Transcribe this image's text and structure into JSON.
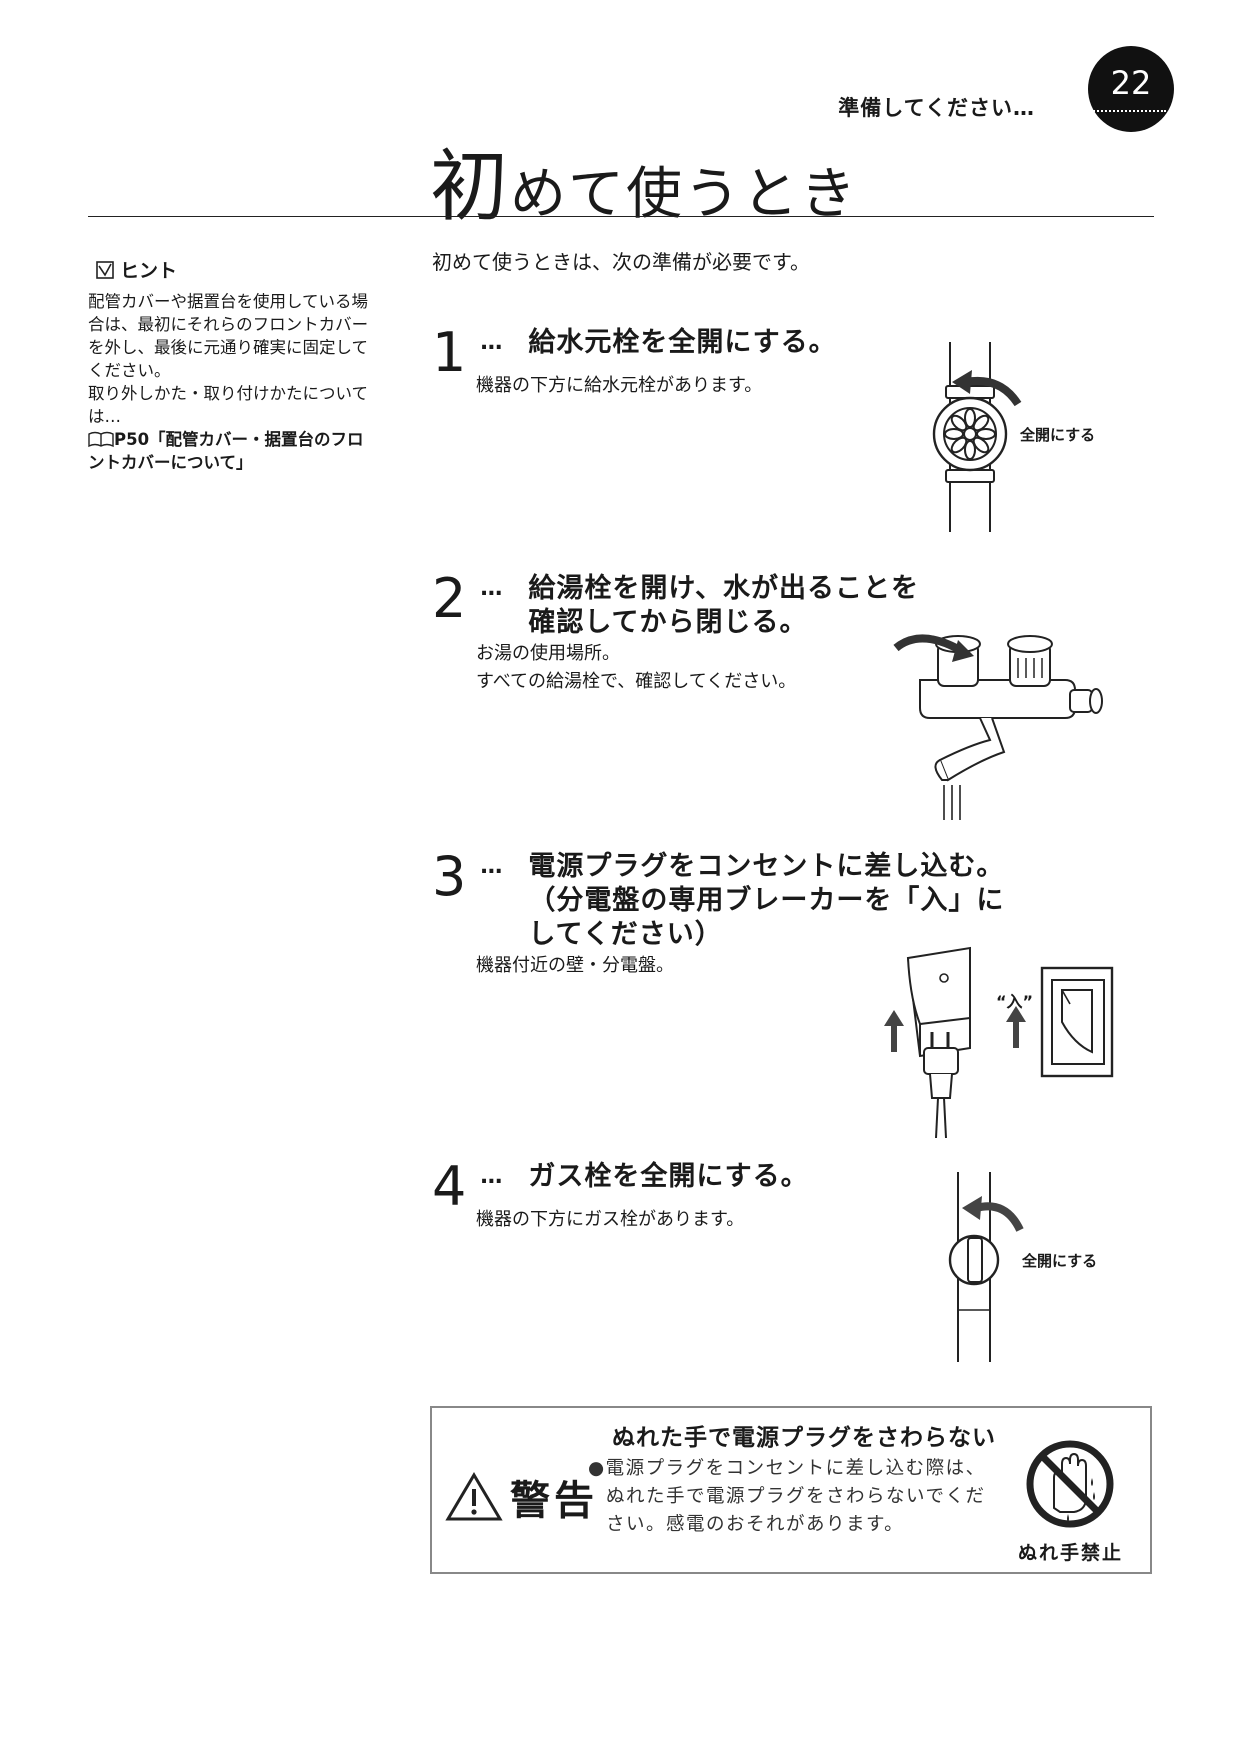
{
  "header": {
    "section_label": "準備してください",
    "dots": "…",
    "page_number": "22",
    "title_first_char": "初",
    "title_rest": "めて使うとき"
  },
  "hint": {
    "heading": "ヒント",
    "lines": [
      "配管カバーや据置台を使用している場合は、最初にそれらのフロントカバーを外し、最後に元通り確実に固定してください。",
      "取り外しかた・取り付けかたについては…"
    ],
    "reference": "P50「配管カバー・据置台のフロントカバーについて」"
  },
  "intro": "初めて使うときは、次の準備が必要です。",
  "steps": [
    {
      "number": "1",
      "dots": "…",
      "title_lines": [
        "給水元栓を全開にする。"
      ],
      "desc_lines": [
        "機器の下方に給水元栓があります。"
      ],
      "figure_label": "全開にする"
    },
    {
      "number": "2",
      "dots": "…",
      "title_lines": [
        "給湯栓を開け、水が出ることを",
        "確認してから閉じる。"
      ],
      "desc_lines": [
        "お湯の使用場所。",
        "すべての給湯栓で、確認してください。"
      ]
    },
    {
      "number": "3",
      "dots": "…",
      "title_lines": [
        "電源プラグをコンセントに差し込む。",
        "（分電盤の専用ブレーカーを「入」に",
        "してください）"
      ],
      "desc_lines": [
        "機器付近の壁・分電盤。"
      ],
      "figure_label": "“入”"
    },
    {
      "number": "4",
      "dots": "…",
      "title_lines": [
        "ガス栓を全開にする。"
      ],
      "desc_lines": [
        "機器の下方にガス栓があります。"
      ],
      "figure_label": "全開にする"
    }
  ],
  "warning": {
    "label": "警告",
    "title": "ぬれた手で電源プラグをさわらない",
    "bullet": "●",
    "text": "電源プラグをコンセントに差し込む際は、ぬれた手で電源プラグをさわらないでください。感電のおそれがあります。",
    "icon_label": "ぬれ手禁止"
  }
}
